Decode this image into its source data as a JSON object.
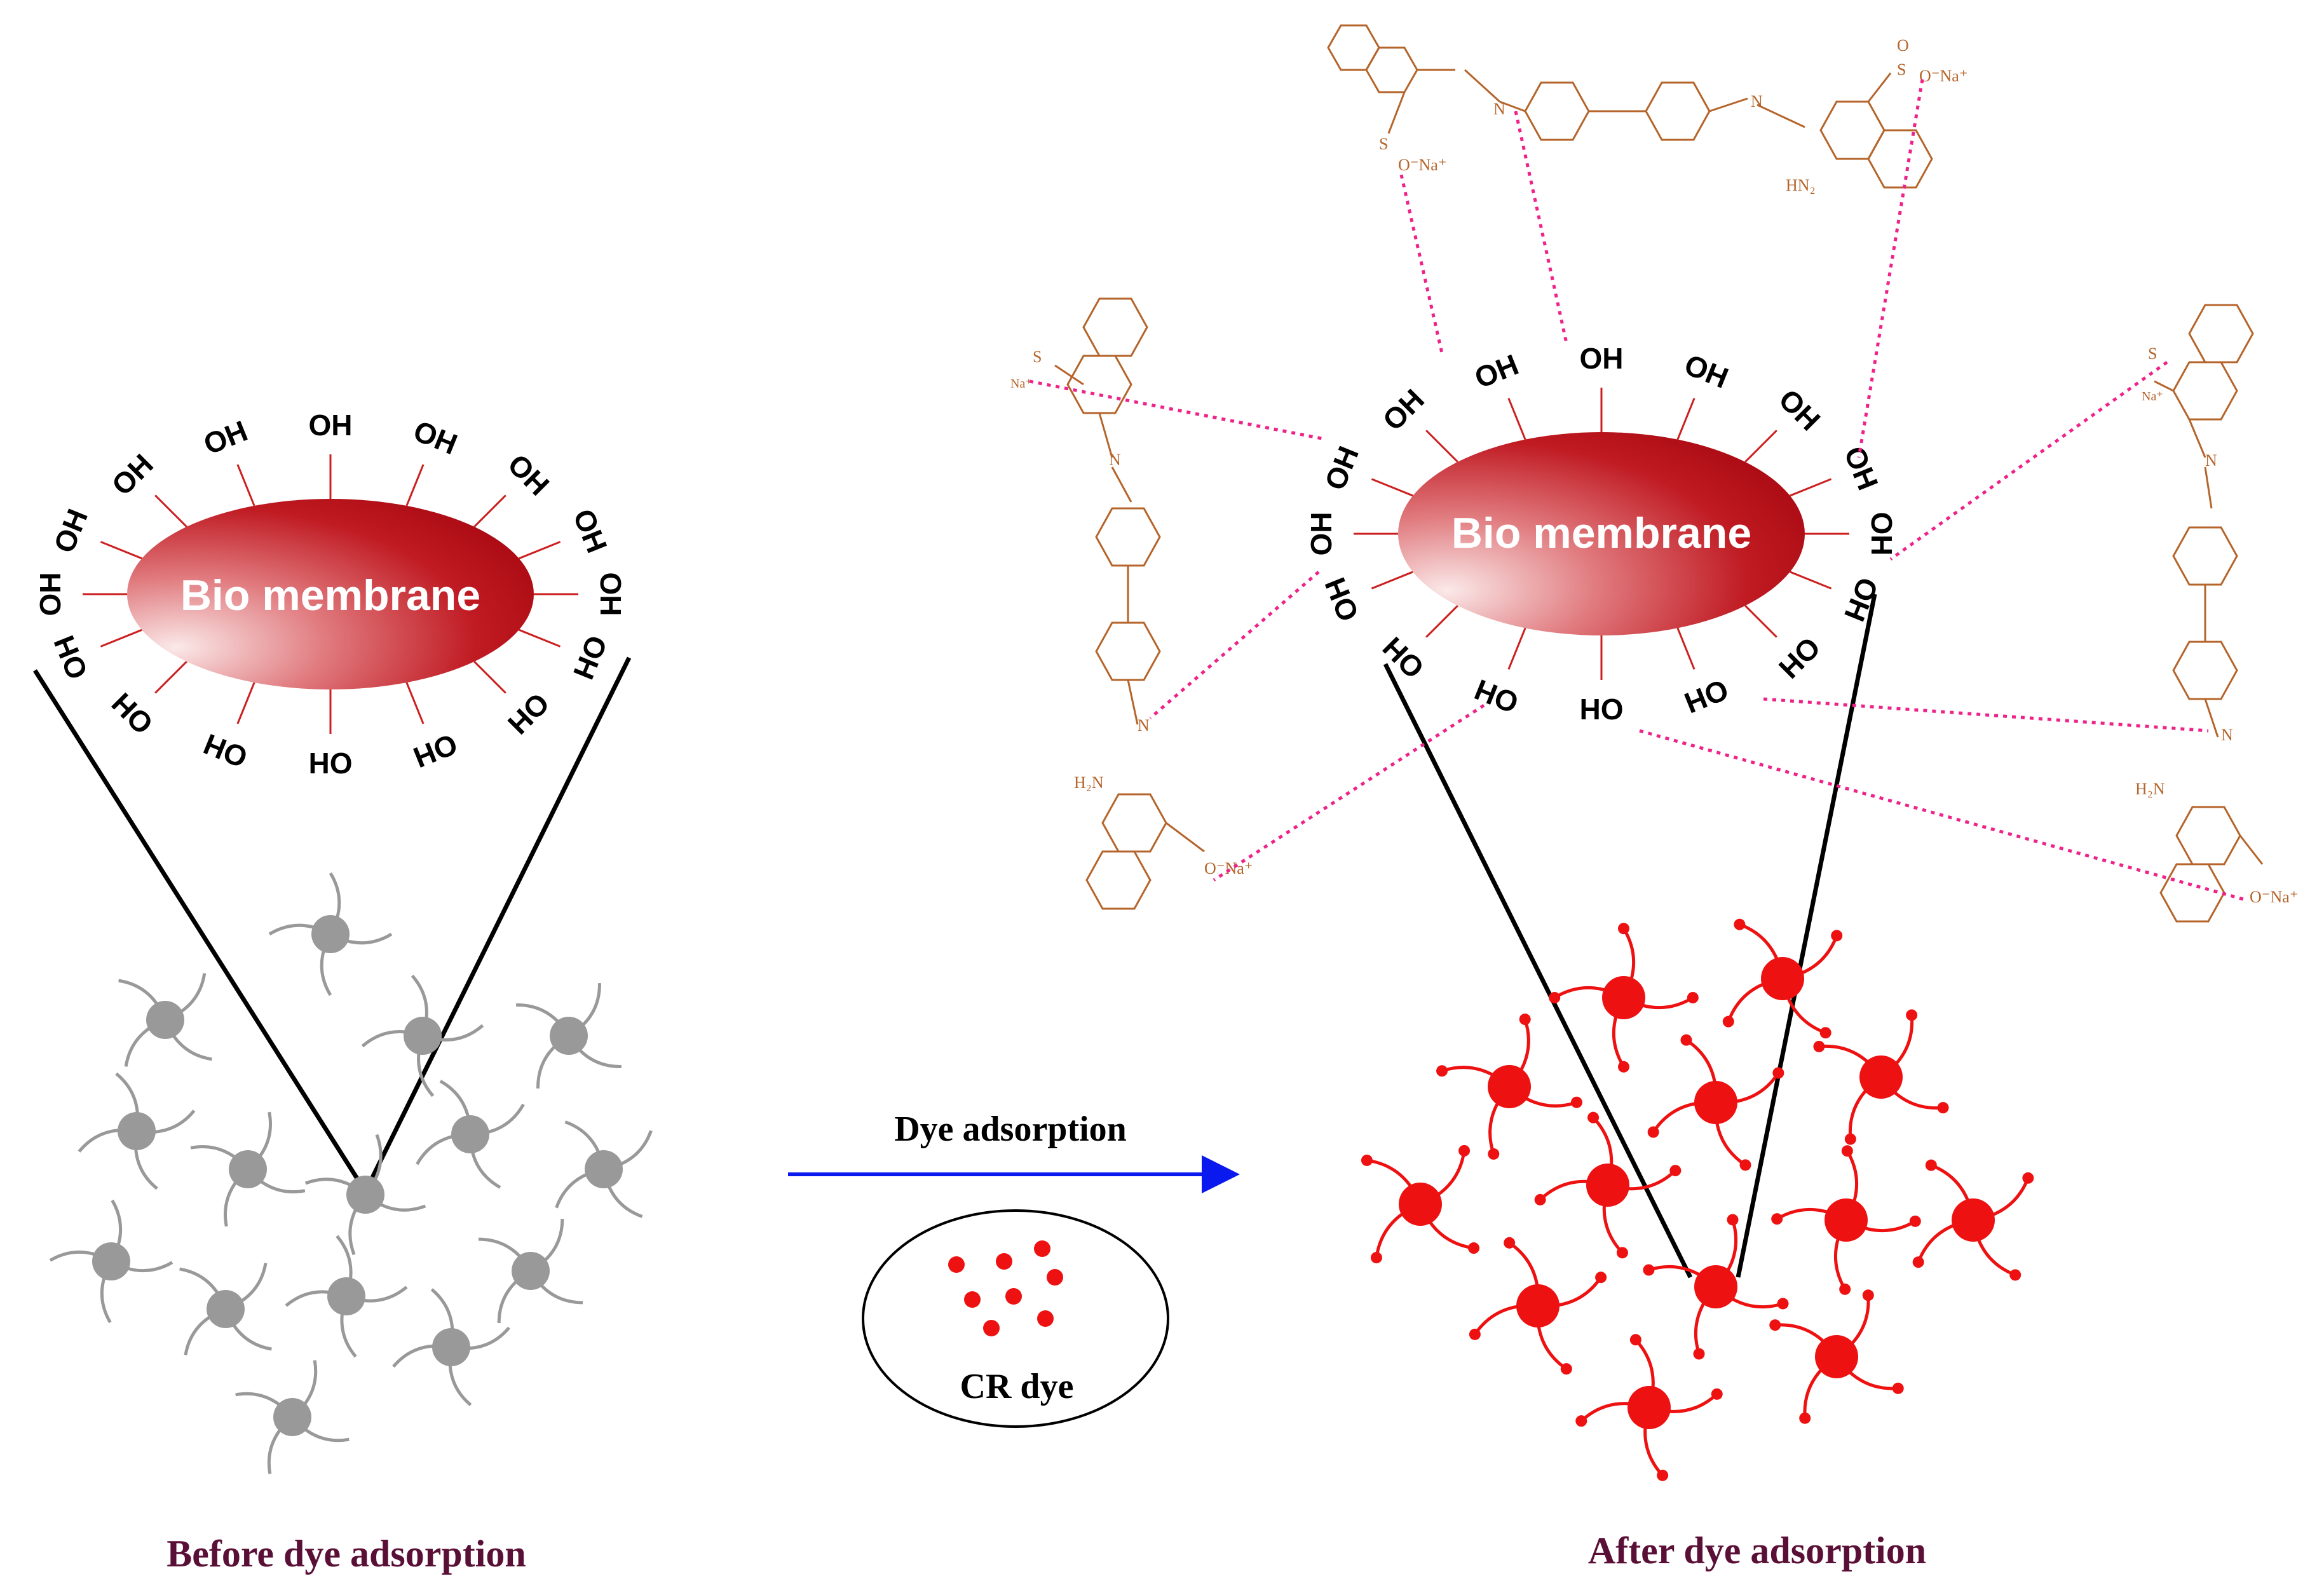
{
  "membrane_label": "Bio membrane",
  "hydroxyl_label": "OH",
  "process_label": "Dye adsorption",
  "dye_legend_label": "CR dye",
  "caption_before": "Before dye adsorption",
  "caption_after": "After dye adsorption",
  "dye_atoms": {
    "sulfur": "S",
    "oxygen": "O",
    "sulfonate": "O⁻Na⁺",
    "sodium": "Na⁺",
    "nitrogen": "N",
    "amine": "HN₂",
    "amine_alt": "H₂N"
  },
  "colors": {
    "membrane_dark": "#b0070f",
    "membrane_light": "#f5d6d6",
    "fiber_before": "#999999",
    "fiber_after": "#ee1111",
    "dye_structure": "#b5652b",
    "interaction": "#ee2288",
    "process_arrow": "#0a1aee",
    "caption": "#5a1036"
  }
}
